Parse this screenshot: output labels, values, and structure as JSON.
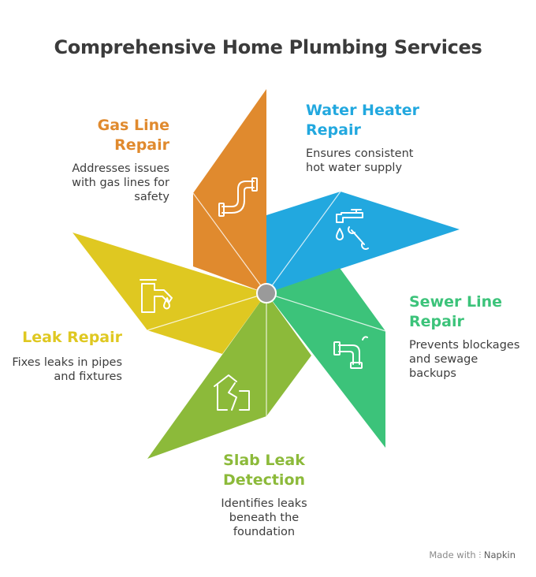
{
  "title": "Comprehensive Home Plumbing Services",
  "colors": {
    "gas": "#e08a2e",
    "water_heater": "#22a8df",
    "sewer": "#3cc37a",
    "slab": "#8cba3a",
    "leak": "#dfc821",
    "hub": "#9a9a9a"
  },
  "items": [
    {
      "id": "gas-line-repair",
      "label_l1": "Gas Line",
      "label_l2": "Repair",
      "desc_l1": "Addresses issues",
      "desc_l2": "with gas lines for",
      "desc_l3": "safety",
      "icon": "pipe-icon"
    },
    {
      "id": "water-heater-repair",
      "label_l1": "Water Heater",
      "label_l2": "Repair",
      "desc_l1": "Ensures consistent",
      "desc_l2": "hot water supply",
      "icon": "faucet-wrench-icon"
    },
    {
      "id": "sewer-line-repair",
      "label_l1": "Sewer Line",
      "label_l2": "Repair",
      "desc_l1": "Prevents blockages",
      "desc_l2": "and sewage",
      "desc_l3": "backups",
      "icon": "pipe-elbow-icon"
    },
    {
      "id": "slab-leak-detection",
      "label_l1": "Slab Leak",
      "label_l2": "Detection",
      "desc_l1": "Identifies leaks",
      "desc_l2": "beneath the",
      "desc_l3": "foundation",
      "icon": "cracked-house-icon"
    },
    {
      "id": "leak-repair",
      "label_l1": "Leak Repair",
      "desc_l1": "Fixes leaks in pipes",
      "desc_l2": "and fixtures",
      "icon": "tap-drop-icon"
    }
  ],
  "footer": {
    "made_with": "Made with",
    "brand": "Napkin"
  }
}
